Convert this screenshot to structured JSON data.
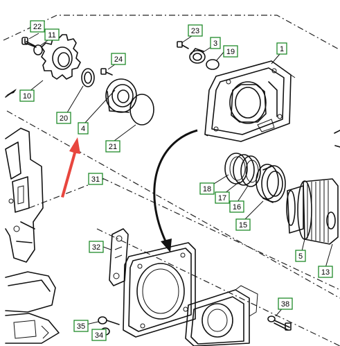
{
  "callouts": [
    "1",
    "3",
    "4",
    "5",
    "10",
    "11",
    "13",
    "15",
    "16",
    "17",
    "18",
    "19",
    "20",
    "21",
    "22",
    "23",
    "24",
    "31",
    "32",
    "34",
    "35",
    "38"
  ],
  "colors": {
    "label_border": "#1f8a2a",
    "highlight_arrow": "#e8463e",
    "line": "#111111"
  }
}
